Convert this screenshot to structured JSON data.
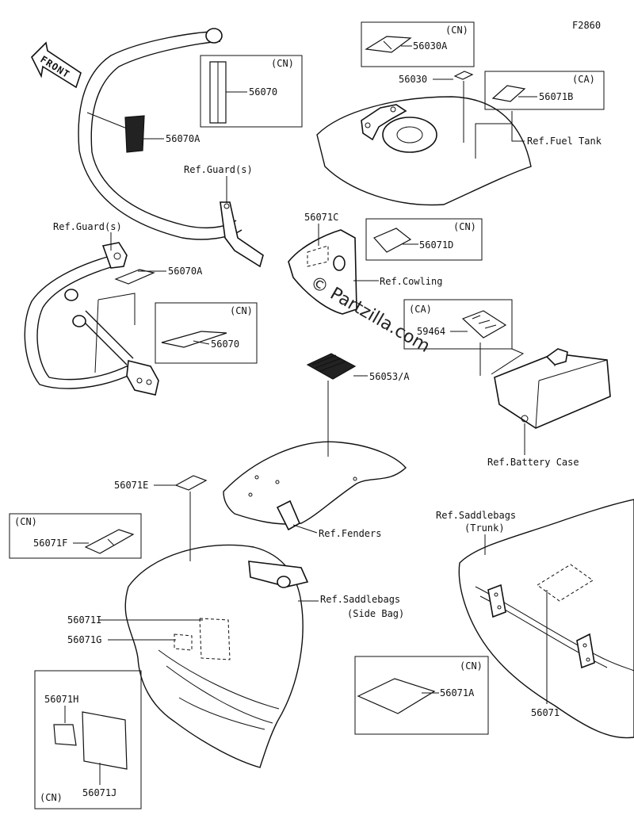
{
  "figure_code": "F2860",
  "front_label": "FRONT",
  "watermark": "© Partzilla.com",
  "region_codes": {
    "cn": "(CN)",
    "ca": "(CA)"
  },
  "parts": {
    "p56030A": "56030A",
    "p56030": "56030",
    "p56071B": "56071B",
    "p56070_top": "56070",
    "p56070A_top": "56070A",
    "p56070A_mid": "56070A",
    "p56070_mid": "56070",
    "p56071C": "56071C",
    "p56071D": "56071D",
    "p59464": "59464",
    "p56053A": "56053/A",
    "p56071E": "56071E",
    "p56071F": "56071F",
    "p56071I": "56071I",
    "p56071G": "56071G",
    "p56071H": "56071H",
    "p56071J": "56071J",
    "p56071A": "56071A",
    "p56071": "56071"
  },
  "refs": {
    "fuel_tank": "Ref.Fuel Tank",
    "guard_top": "Ref.Guard(s)",
    "guard_left": "Ref.Guard(s)",
    "cowling": "Ref.Cowling",
    "battery_case": "Ref.Battery Case",
    "fenders": "Ref.Fenders",
    "saddlebags_trunk_1": "Ref.Saddlebags",
    "saddlebags_trunk_2": "(Trunk)",
    "saddlebags_side_1": "Ref.Saddlebags",
    "saddlebags_side_2": "(Side Bag)"
  }
}
